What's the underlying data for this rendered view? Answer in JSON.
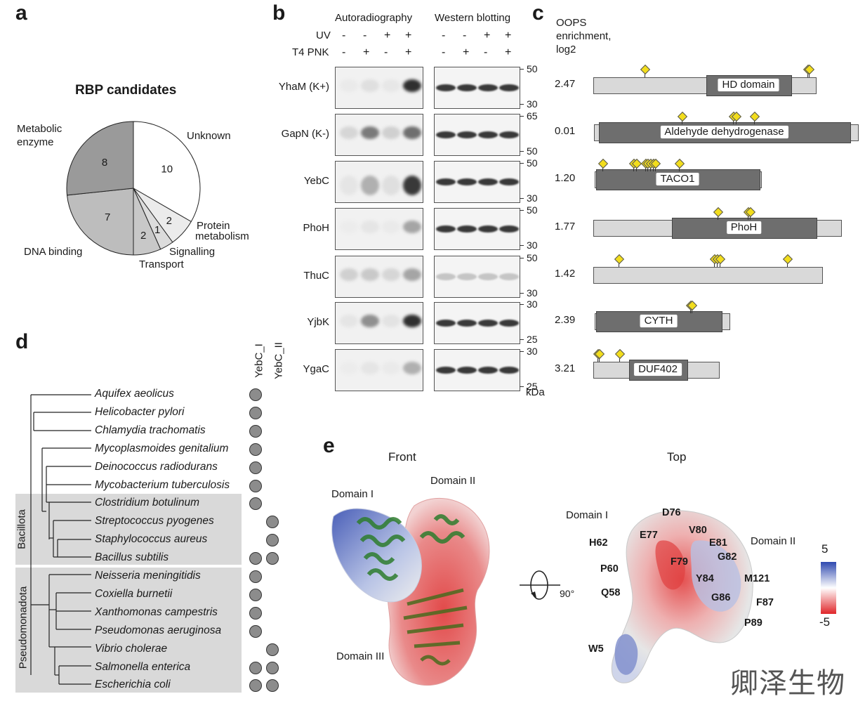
{
  "panels": {
    "a": "a",
    "b": "b",
    "c": "c",
    "d": "d",
    "e": "e"
  },
  "panel_a": {
    "title": "RBP candidates",
    "labels": {
      "metabolic": "Metabolic\nenzyme",
      "metabolic_l1": "Metabolic",
      "metabolic_l2": "enzyme",
      "unknown": "Unknown",
      "protein_l1": "Protein",
      "protein_l2": "metabolism",
      "signalling": "Signalling",
      "transport": "Transport",
      "dna": "DNA binding"
    },
    "chart_data": {
      "type": "pie",
      "slices": [
        {
          "name": "Unknown",
          "value": 10,
          "color": "#ffffff"
        },
        {
          "name": "Protein metabolism",
          "value": 2,
          "color": "#ebebeb"
        },
        {
          "name": "Signalling",
          "value": 1,
          "color": "#dcdcdc"
        },
        {
          "name": "Transport",
          "value": 2,
          "color": "#c8c8c8"
        },
        {
          "name": "DNA binding",
          "value": 7,
          "color": "#bdbdbd"
        },
        {
          "name": "Metabolic enzyme",
          "value": 8,
          "color": "#9a9a9a"
        }
      ]
    }
  },
  "panel_b": {
    "header_auto": "Autoradiography",
    "header_wb": "Western blotting",
    "uv_label": "UV",
    "pnk_label": "T4 PNK",
    "uv_signs": [
      "-",
      "-",
      "+",
      "+"
    ],
    "pnk_signs": [
      "-",
      "+",
      "-",
      "+"
    ],
    "kda": "kDa",
    "rows": [
      {
        "name": "YhaM (K+)",
        "mw_top": "50",
        "mw_bot": "30"
      },
      {
        "name": "GapN (K-)",
        "mw_top": "65",
        "mw_bot": "50"
      },
      {
        "name": "YebC",
        "mw_top": "50",
        "mw_bot": "30"
      },
      {
        "name": "PhoH",
        "mw_top": "50",
        "mw_bot": "30"
      },
      {
        "name": "ThuC",
        "mw_top": "50",
        "mw_bot": "30"
      },
      {
        "name": "YjbK",
        "mw_top": "30",
        "mw_bot": "25"
      },
      {
        "name": "YgaC",
        "mw_top": "30",
        "mw_bot": "25"
      }
    ]
  },
  "panel_c": {
    "header_l1": "OOPS",
    "header_l2": "enrichment,",
    "header_l3": "log2",
    "rows": [
      {
        "value": "2.47",
        "domain": "HD domain"
      },
      {
        "value": "0.01",
        "domain": "Aldehyde dehydrogenase"
      },
      {
        "value": "1.20",
        "domain": "TACO1"
      },
      {
        "value": "1.77",
        "domain": "PhoH"
      },
      {
        "value": "1.42",
        "domain": ""
      },
      {
        "value": "2.39",
        "domain": "CYTH"
      },
      {
        "value": "3.21",
        "domain": "DUF402"
      }
    ]
  },
  "panel_d": {
    "col1": "YebC_I",
    "col2": "YebC_II",
    "group1": "Bacillota",
    "group2": "Pseudomonadota",
    "species": [
      {
        "name": "Aquifex aeolicus",
        "c1": true,
        "c2": false
      },
      {
        "name": "Helicobacter pylori",
        "c1": true,
        "c2": false
      },
      {
        "name": "Chlamydia trachomatis",
        "c1": true,
        "c2": false
      },
      {
        "name": "Mycoplasmoides genitalium",
        "c1": true,
        "c2": false
      },
      {
        "name": "Deinococcus radiodurans",
        "c1": true,
        "c2": false
      },
      {
        "name": "Mycobacterium tuberculosis",
        "c1": true,
        "c2": false
      },
      {
        "name": "Clostridium botulinum",
        "c1": true,
        "c2": false
      },
      {
        "name": "Streptococcus pyogenes",
        "c1": false,
        "c2": true
      },
      {
        "name": "Staphylococcus aureus",
        "c1": false,
        "c2": true
      },
      {
        "name": "Bacillus subtilis",
        "c1": true,
        "c2": true
      },
      {
        "name": "Neisseria meningitidis",
        "c1": true,
        "c2": false
      },
      {
        "name": "Coxiella burnetii",
        "c1": true,
        "c2": false
      },
      {
        "name": "Xanthomonas campestris",
        "c1": true,
        "c2": false
      },
      {
        "name": "Pseudomonas aeruginosa",
        "c1": true,
        "c2": false
      },
      {
        "name": "Vibrio cholerae",
        "c1": false,
        "c2": true
      },
      {
        "name": "Salmonella enterica",
        "c1": true,
        "c2": true
      },
      {
        "name": "Escherichia coli",
        "c1": true,
        "c2": true
      }
    ]
  },
  "panel_e": {
    "front": "Front",
    "top": "Top",
    "domain1": "Domain I",
    "domain2": "Domain II",
    "domain3": "Domain III",
    "rotation": "90°",
    "scale_max": "5",
    "scale_min": "-5",
    "residues": {
      "D76": "D76",
      "E77": "E77",
      "V80": "V80",
      "E81": "E81",
      "H62": "H62",
      "F79": "F79",
      "G82": "G82",
      "P60": "P60",
      "Y84": "Y84",
      "M121": "M121",
      "Q58": "Q58",
      "G86": "G86",
      "F87": "F87",
      "P89": "P89",
      "W5": "W5"
    }
  },
  "watermark": "卿泽生物"
}
